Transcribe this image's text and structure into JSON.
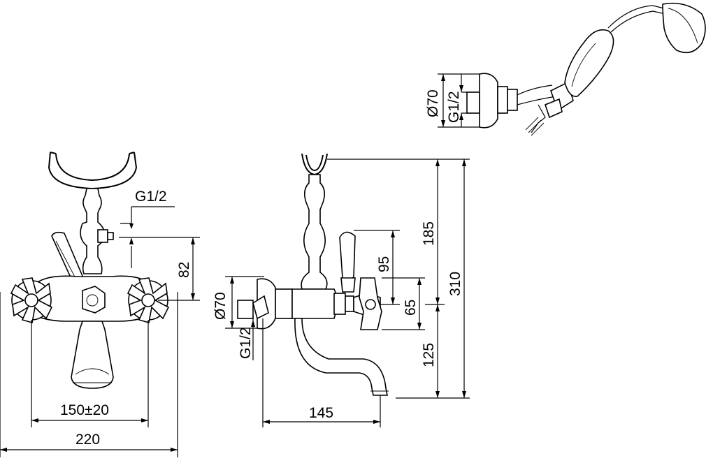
{
  "diagram": {
    "front_view": {
      "thread_label": "G1/2",
      "height_dim": "82",
      "spacing_dim": "150±20",
      "width_dim": "220"
    },
    "side_view": {
      "diameter_dim": "Ø70",
      "thread_label": "G1/2",
      "dim_95": "95",
      "dim_65": "65",
      "dim_185": "185",
      "dim_310": "310",
      "dim_125": "125",
      "dim_145": "145"
    },
    "shower_view": {
      "diameter_dim": "Ø70",
      "thread_label": "G1/2"
    }
  }
}
